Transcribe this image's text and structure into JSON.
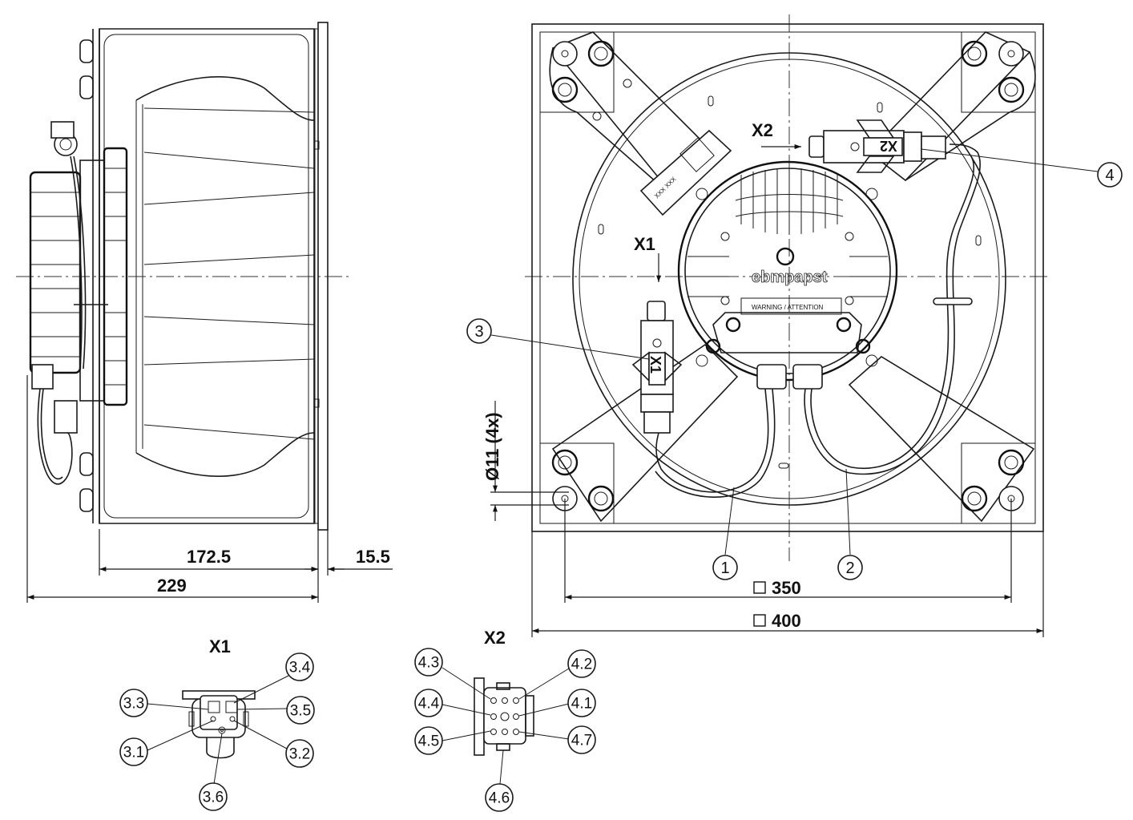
{
  "dimensions": {
    "side_width": "172.5",
    "side_total": "229",
    "flange": "15.5",
    "hole_dia": "Ø11 (4x)",
    "square_inner": "350",
    "square_outer": "400"
  },
  "connectors": {
    "x1_arrow": "X1",
    "x2_arrow": "X2",
    "x1_detail_title": "X1",
    "x2_detail_title": "X2",
    "x1_body_label": "X1",
    "x2_body_label": "X2"
  },
  "callouts": {
    "c1": "1",
    "c2": "2",
    "c3": "3",
    "c4": "4",
    "p31": "3.1",
    "p32": "3.2",
    "p33": "3.3",
    "p34": "3.4",
    "p35": "3.5",
    "p36": "3.6",
    "p41": "4.1",
    "p42": "4.2",
    "p43": "4.3",
    "p44": "4.4",
    "p45": "4.5",
    "p46": "4.6",
    "p47": "4.7"
  },
  "brand_text": "ebmpapst",
  "warning_text": "WARNING / ATTENTION",
  "label_plate_text": "XXX XXX"
}
